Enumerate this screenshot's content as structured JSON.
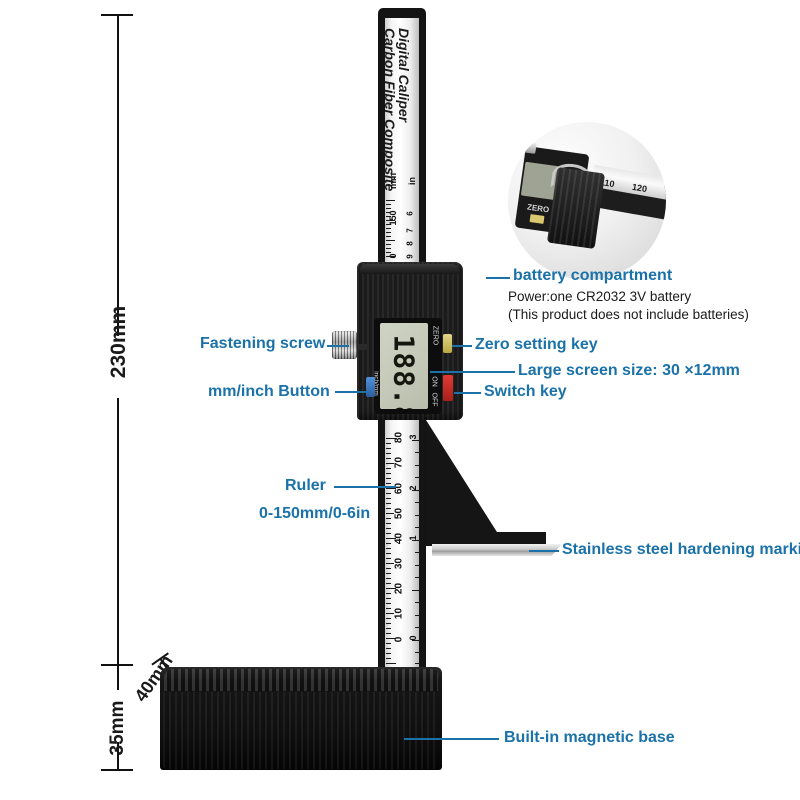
{
  "product": {
    "brand_line1": "Carbon Fiber Composite",
    "brand_line2": "Digital Caliper",
    "display_value": "188.8",
    "unit_mm": "mm",
    "unit_in": "in",
    "lcd_in_label": "in",
    "lcd_zero_label": "ZERO",
    "lcd_on_label": "ON",
    "lcd_off_label": "OFF",
    "mm_inch_side_label": "inch/mm"
  },
  "dimensions": {
    "height_total": "230mm",
    "base_height": "35mm",
    "base_depth": "40mm"
  },
  "annotations": {
    "battery": {
      "title": "battery compartment",
      "line1": "Power:one CR2032 3V battery",
      "line2": "(This product does not include batteries)"
    },
    "fastening_screw": "Fastening screw",
    "mm_inch_button": "mm/inch Button",
    "zero_setting_key": "Zero setting key",
    "screen_size": "Large screen size: 30 ×12mm",
    "switch_key": "Switch key",
    "ruler_title": "Ruler",
    "ruler_range": "0-150mm/0-6in",
    "stainless": "Stainless steel hardening marking",
    "magnetic_base": "Built-in magnetic base"
  },
  "inset": {
    "zero_text": "ZERO",
    "rule_num_1": "110",
    "rule_num_2": "120"
  },
  "scale": {
    "top_mm_numbers": [
      "150",
      "0"
    ],
    "top_in_numbers": [
      "6",
      "7",
      "8",
      "9"
    ],
    "mm_numbers": [
      "80",
      "70",
      "60",
      "50",
      "40",
      "30",
      "20",
      "10",
      "0"
    ],
    "in_numbers": [
      "3",
      "2",
      "1",
      "0"
    ]
  },
  "colors": {
    "accent": "#1a72a8",
    "text": "#1a1a1a",
    "body": "#151515"
  }
}
